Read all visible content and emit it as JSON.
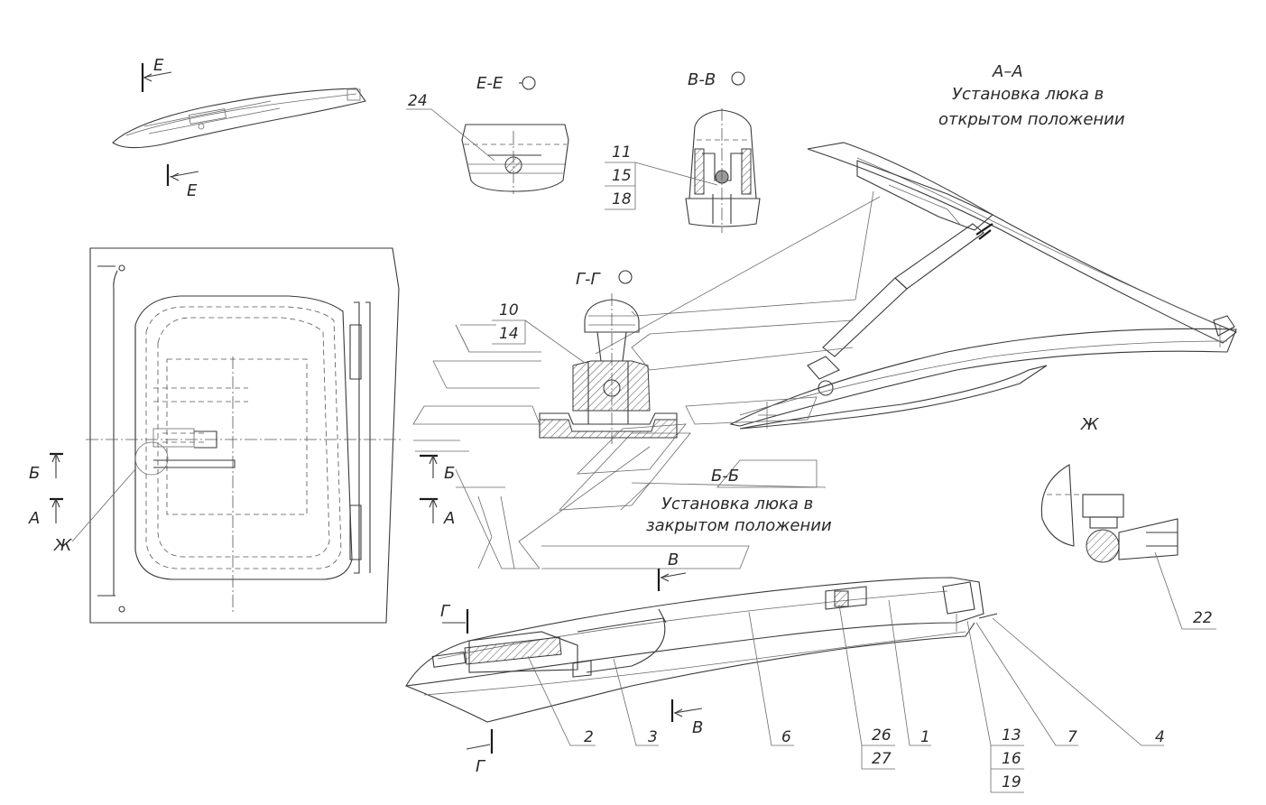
{
  "section_titles": {
    "aa_title": "А–А",
    "aa_line1": "Установка люка в",
    "aa_line2": "открытом положении",
    "bb_title": "Б-Б",
    "bb_line1": "Установка люка в",
    "bb_line2": "закрытом положении",
    "ee_title": "Е-Е",
    "vv_title": "В-В",
    "gg_title": "Г-Г",
    "zh_title": "Ж"
  },
  "view_markers": {
    "e_top": "Е",
    "e_bottom": "Е",
    "b_left": "Б",
    "a_left": "А",
    "b_right": "Б",
    "a_right": "А",
    "v_top": "В",
    "v_bottom": "В",
    "g_top": "Г",
    "g_bottom": "Г",
    "zh_callout": "Ж"
  },
  "callouts": {
    "c24": "24",
    "c11": "11",
    "c15": "15",
    "c18": "18",
    "c10": "10",
    "c14": "14",
    "c22": "22",
    "c2": "2",
    "c3": "3",
    "c6": "6",
    "c26": "26",
    "c27": "27",
    "c1": "1",
    "c13": "13",
    "c16": "16",
    "c19": "19",
    "c7": "7",
    "c4": "4"
  },
  "colors": {
    "line": "#3a3a3a",
    "background": "#ffffff"
  }
}
